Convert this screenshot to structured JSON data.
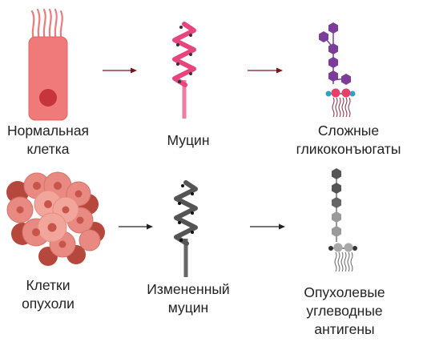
{
  "labels": {
    "normal_cell": [
      "Нормальная",
      "клетка"
    ],
    "mucin": [
      "Муцин"
    ],
    "glycoconjugates": [
      "Сложные",
      "гликоконъюгаты"
    ],
    "tumor_cells": [
      "Клетки",
      "опухоли"
    ],
    "altered_mucin": [
      "Измененный",
      "муцин"
    ],
    "tumor_antigens": [
      "Опухолевые",
      "углеводные",
      "антигены"
    ]
  },
  "colors": {
    "cell_fill": "#f07a7a",
    "nucleus": "#c8343b",
    "mucin_pink": "#e8457f",
    "glyco_purple": "#7b3d97",
    "arrow_dark_red": "#7a1420",
    "tumor_light": "#f2a59b",
    "tumor_dark": "#b5473d",
    "grey_dark": "#555555",
    "grey_light": "#9a9a9a"
  }
}
